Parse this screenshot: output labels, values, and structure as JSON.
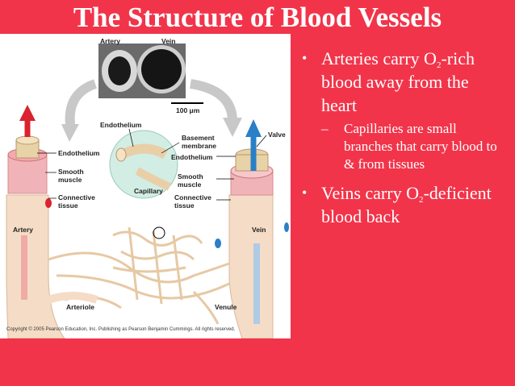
{
  "slide": {
    "title": "The Structure of Blood Vessels"
  },
  "figure": {
    "labels": {
      "artery_top": "Artery",
      "vein_top": "Vein",
      "scale_bar": "100 μm",
      "endothelium_center": "Endothelium",
      "basement_membrane": "Basement membrane",
      "endothelium_right": "Endothelium",
      "smooth_muscle_right": "Smooth muscle",
      "connective_tissue_right": "Connective tissue",
      "capillary": "Capillary",
      "endothelium_left": "Endothelium",
      "smooth_muscle_left": "Smooth muscle",
      "connective_tissue_left": "Connective tissue",
      "valve": "Valve",
      "artery": "Artery",
      "vein": "Vein",
      "arteriole": "Arteriole",
      "venule": "Venule"
    },
    "copyright": "Copyright © 2005 Pearson Education, Inc. Publishing as Pearson Benjamin Cummings. All rights reserved."
  },
  "bullets": {
    "b1_prefix": "Arteries carry O",
    "b1_sub": "2",
    "b1_suffix": "-rich blood away from the heart",
    "b1_sub_point": "Capillaries are small branches that carry blood to & from tissues",
    "b2_prefix": "Veins carry O",
    "b2_sub": "2",
    "b2_suffix": "-deficient blood back"
  },
  "colors": {
    "background": "#f2344a",
    "text": "#ffffff",
    "artery_red": "#d9232e",
    "vein_blue": "#2a7fc6"
  }
}
